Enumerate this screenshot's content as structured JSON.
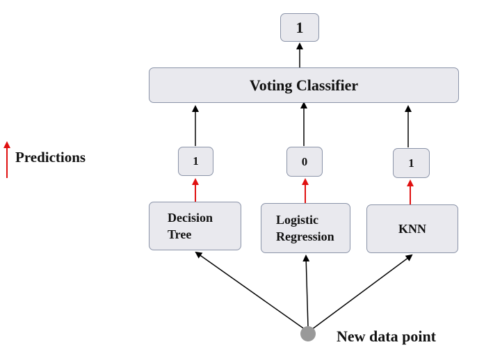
{
  "nodes": {
    "final_output": {
      "text": "1"
    },
    "voting_classifier": {
      "text": "Voting Classifier"
    },
    "prediction_dt": {
      "text": "1"
    },
    "prediction_lr": {
      "text": "0"
    },
    "prediction_knn": {
      "text": "1"
    },
    "decision_tree": {
      "line1": "Decision",
      "line2": "Tree"
    },
    "logistic_regression": {
      "line1": "Logistic",
      "line2": "Regression"
    },
    "knn": {
      "text": "KNN"
    }
  },
  "legend": {
    "text": "Predictions",
    "arrow_color": "#e01010"
  },
  "input": {
    "text": "New data point",
    "color": "#999999"
  },
  "colors": {
    "box_fill": "#e9e9ee",
    "box_border": "#8a93a8",
    "arrow_black": "#000000",
    "arrow_red": "#e01010"
  }
}
